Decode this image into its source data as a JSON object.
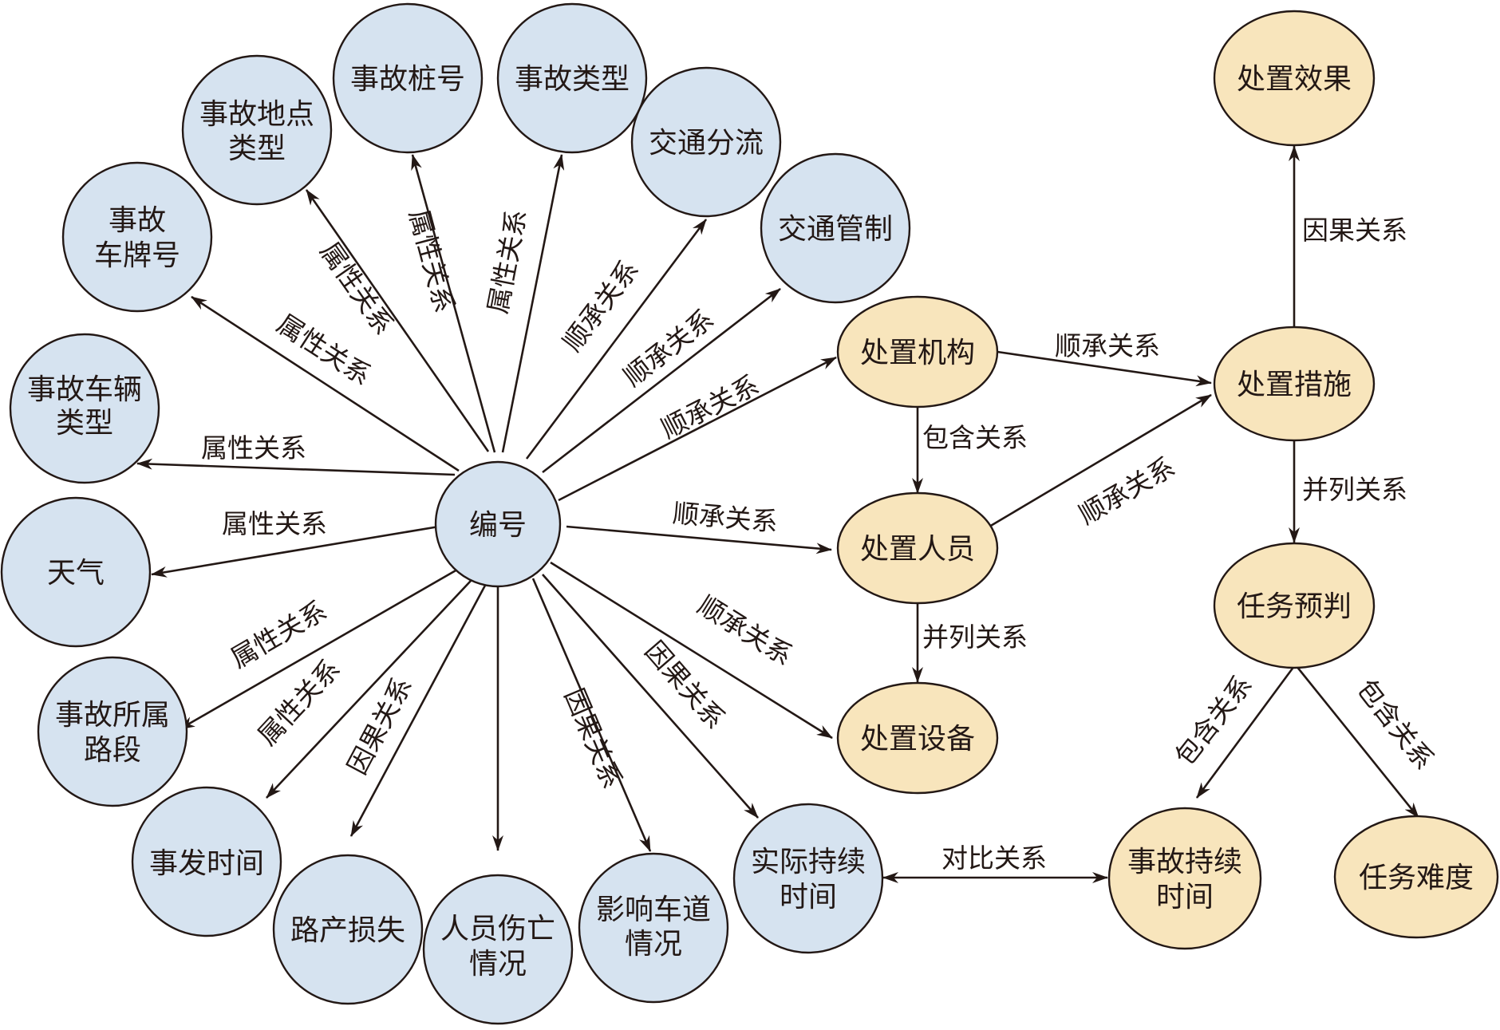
{
  "nodes": {
    "center": "编号",
    "accident_vehicle_type": [
      "事故车辆",
      "类型"
    ],
    "accident_plate": [
      "事故",
      "车牌号"
    ],
    "accident_location_type": [
      "事故地点",
      "类型"
    ],
    "accident_stake": "事故桩号",
    "accident_type": "事故类型",
    "traffic_diversion": "交通分流",
    "traffic_control": "交通管制",
    "weather": "天气",
    "accident_road_section": [
      "事故所属",
      "路段"
    ],
    "occurrence_time": "事发时间",
    "road_loss": "路产损失",
    "casualties": [
      "人员伤亡",
      "情况"
    ],
    "lane_impact": [
      "影响车道",
      "情况"
    ],
    "actual_duration": [
      "实际持续",
      "时间"
    ],
    "disposal_org": "处置机构",
    "disposal_personnel": "处置人员",
    "disposal_equipment": "处置设备",
    "disposal_measures": "处置措施",
    "disposal_effect": "处置效果",
    "task_prediction": "任务预判",
    "accident_duration": [
      "事故持续",
      "时间"
    ],
    "task_difficulty": "任务难度"
  },
  "relations": {
    "attribute": "属性关系",
    "succession": "顺承关系",
    "causal": "因果关系",
    "inclusion": "包含关系",
    "parallel": "并列关系",
    "comparison": "对比关系"
  },
  "colors": {
    "entity_node": "#d6e3f0",
    "disposal_node": "#f8e5bc",
    "stroke": "#231815"
  }
}
